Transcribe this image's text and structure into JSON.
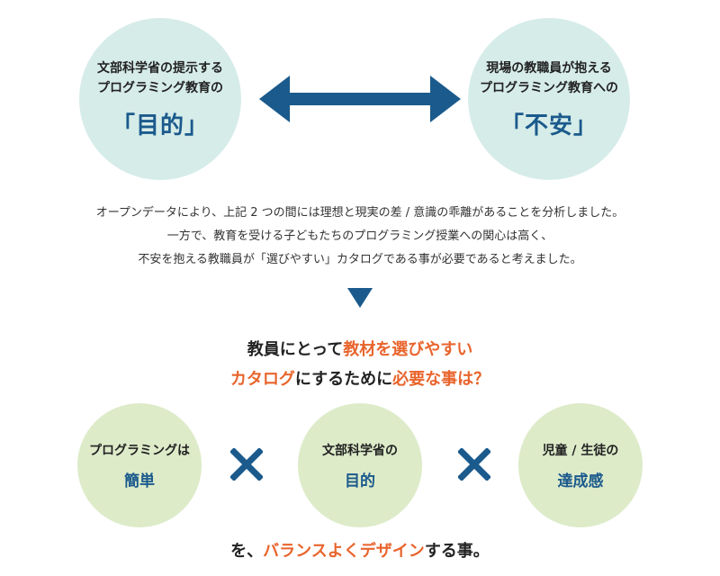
{
  "top": {
    "left_circle": {
      "line1": "文部科学省の提示する",
      "line2": "プログラミング教育の",
      "emphasis": "「目的」"
    },
    "right_circle": {
      "line1": "現場の教職員が抱える",
      "line2": "プログラミング教育への",
      "emphasis": "「不安」"
    }
  },
  "description": {
    "line1": "オープンデータにより、上記 2 つの間には理想と現実の差 / 意識の乖離があることを分析しました。",
    "line2": "一方で、教育を受ける子どもたちのプログラミング授業への関心は高く、",
    "line3": "不安を抱える教職員が「選びやすい」カタログである事が必要であると考えました。"
  },
  "question": {
    "line1_a": "教員にとって",
    "line1_b": "教材を選びやすい",
    "line2_a": "カタログ",
    "line2_b": "にするために",
    "line2_c": "必要な事は？"
  },
  "factors": [
    {
      "label": "プログラミングは",
      "emphasis": "簡単"
    },
    {
      "label": "文部科学省の",
      "emphasis": "目的"
    },
    {
      "label": "児童 / 生徒の",
      "emphasis": "達成感"
    }
  ],
  "conclusion": {
    "part1": "を、",
    "part2": "バランスよくデザイン",
    "part3": "する事。"
  },
  "colors": {
    "accent_blue": "#1b5a8c",
    "accent_orange": "#e8642c",
    "circle_teal": "#d6ece9",
    "circle_green": "#ddebc9"
  },
  "icons": {
    "double_arrow": "double-headed-arrow-icon",
    "down_triangle": "down-triangle-icon",
    "multiply": "multiply-icon"
  }
}
